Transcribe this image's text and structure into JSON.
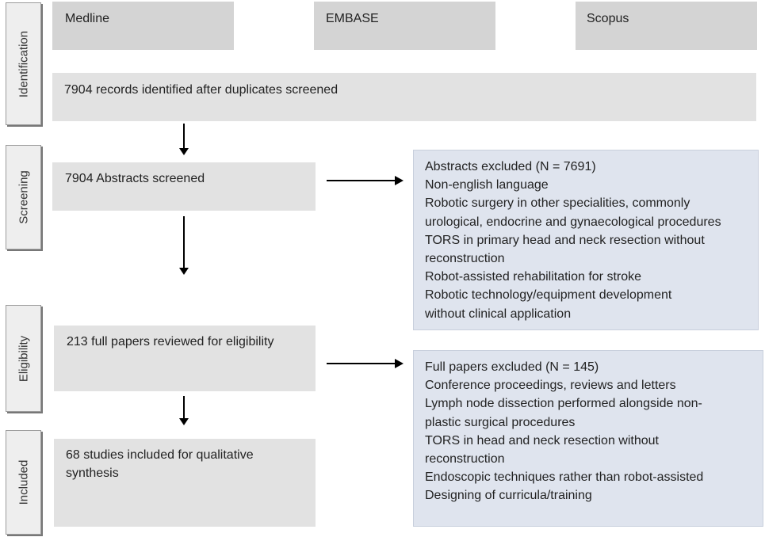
{
  "stages": {
    "identification": "Identification",
    "screening": "Screening",
    "eligibility": "Eligibility",
    "included": "Included"
  },
  "sources": [
    "Medline",
    "EMBASE",
    "Scopus"
  ],
  "boxes": {
    "records": "7904 records identified after duplicates screened",
    "abstracts": "7904 Abstracts screened",
    "full_papers": "213 full papers reviewed for eligibility",
    "included_line1": "68 studies included for qualitative",
    "included_line2": "synthesis"
  },
  "abstracts_excluded": {
    "title": "Abstracts excluded (N = 7691)",
    "lines": [
      "Non-english language",
      "Robotic surgery in other specialities, commonly",
      "urological, endocrine and gynaecological procedures",
      "TORS in primary head and neck resection without",
      "reconstruction",
      "Robot-assisted rehabilitation for stroke",
      "Robotic technology/equipment development",
      "without clinical application"
    ]
  },
  "papers_excluded": {
    "title": "Full papers excluded (N = 145)",
    "lines": [
      "Conference proceedings, reviews and letters",
      "Lymph node dissection performed alongside non-",
      "plastic surgical procedures",
      "TORS in head and neck resection without",
      "reconstruction",
      "Endoscopic techniques rather than robot-assisted",
      "Designing of curricula/training"
    ]
  }
}
